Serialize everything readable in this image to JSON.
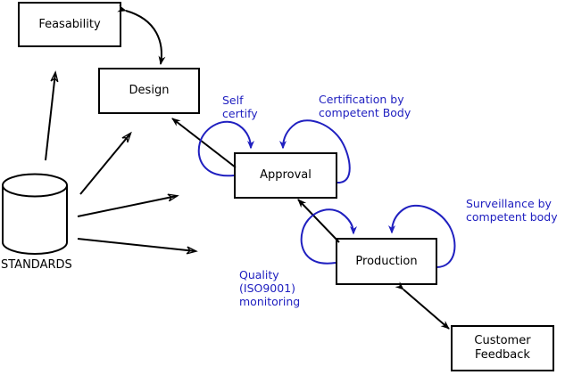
{
  "diagram": {
    "title": "Standards-driven product lifecycle diagram",
    "colors": {
      "node_stroke": "#000000",
      "node_text": "#000000",
      "loop_arrow": "#2020c0",
      "loop_label": "#2020c0",
      "flow_arrow": "#000000",
      "background": "#ffffff"
    },
    "nodes": [
      {
        "id": "feasability",
        "label": "Feasability",
        "shape": "rectangle"
      },
      {
        "id": "design",
        "label": "Design",
        "shape": "rectangle"
      },
      {
        "id": "approval",
        "label": "Approval",
        "shape": "rectangle"
      },
      {
        "id": "production",
        "label": "Production",
        "shape": "rectangle"
      },
      {
        "id": "customer_feedback",
        "label": "Customer\nFeedback",
        "shape": "rectangle"
      },
      {
        "id": "standards",
        "label": "STANDARDS",
        "shape": "cylinder"
      }
    ],
    "loop_labels": [
      {
        "id": "self_certify",
        "text": "Self\ncertify",
        "target": "approval"
      },
      {
        "id": "certification",
        "text": "Certification by\ncompetent Body",
        "target": "approval"
      },
      {
        "id": "quality",
        "text": "Quality\n(ISO9001)\nmonitoring",
        "target": "production"
      },
      {
        "id": "surveillance",
        "text": "Surveillance by\ncompetent body",
        "target": "production"
      }
    ],
    "edges": [
      {
        "from": "feasability",
        "to": "design",
        "style": "curved",
        "heads": "both"
      },
      {
        "from": "approval",
        "to": "design",
        "style": "straight",
        "heads": "single"
      },
      {
        "from": "production",
        "to": "approval",
        "style": "straight",
        "heads": "single"
      },
      {
        "from": "production",
        "to": "customer_feedback",
        "style": "straight",
        "heads": "both"
      },
      {
        "from": "standards",
        "to": "feasability",
        "style": "straight",
        "heads": "single"
      },
      {
        "from": "standards",
        "to": "design",
        "style": "straight",
        "heads": "single"
      },
      {
        "from": "standards",
        "to": "approval",
        "style": "straight",
        "heads": "single"
      },
      {
        "from": "standards",
        "to": "production",
        "style": "straight",
        "heads": "single"
      }
    ]
  }
}
